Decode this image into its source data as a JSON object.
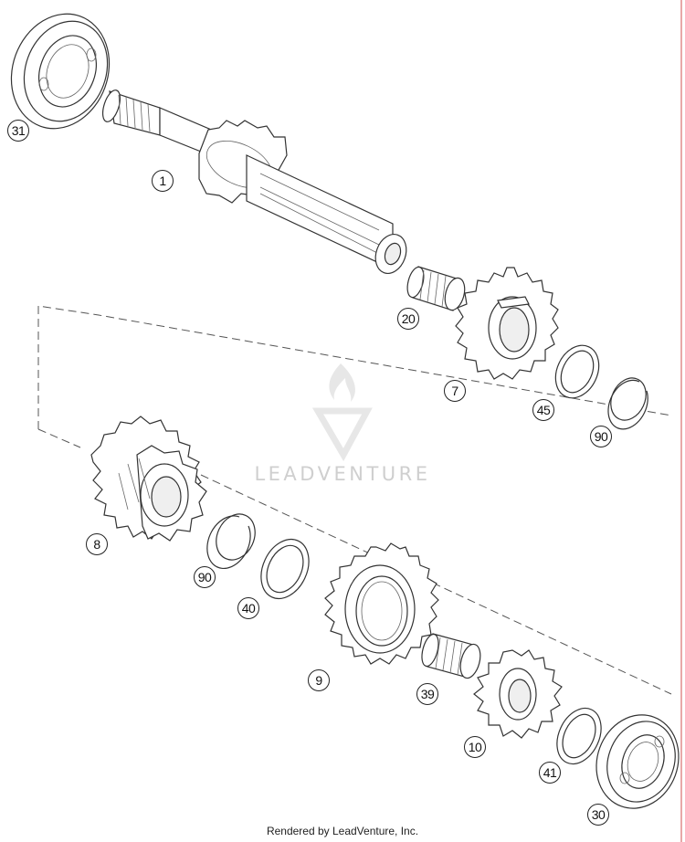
{
  "parts": [
    {
      "id": "31",
      "label": "31"
    },
    {
      "id": "1",
      "label": "1"
    },
    {
      "id": "20",
      "label": "20"
    },
    {
      "id": "7",
      "label": "7"
    },
    {
      "id": "45",
      "label": "45"
    },
    {
      "id": "90a",
      "label": "90"
    },
    {
      "id": "8",
      "label": "8"
    },
    {
      "id": "90b",
      "label": "90"
    },
    {
      "id": "40",
      "label": "40"
    },
    {
      "id": "9",
      "label": "9"
    },
    {
      "id": "39",
      "label": "39"
    },
    {
      "id": "10",
      "label": "10"
    },
    {
      "id": "41",
      "label": "41"
    },
    {
      "id": "30",
      "label": "30"
    }
  ],
  "watermark": {
    "brand": "LEADVENTURE",
    "logo": "flame-v-logo-icon"
  },
  "footer": {
    "text": "Rendered by LeadVenture, Inc."
  }
}
